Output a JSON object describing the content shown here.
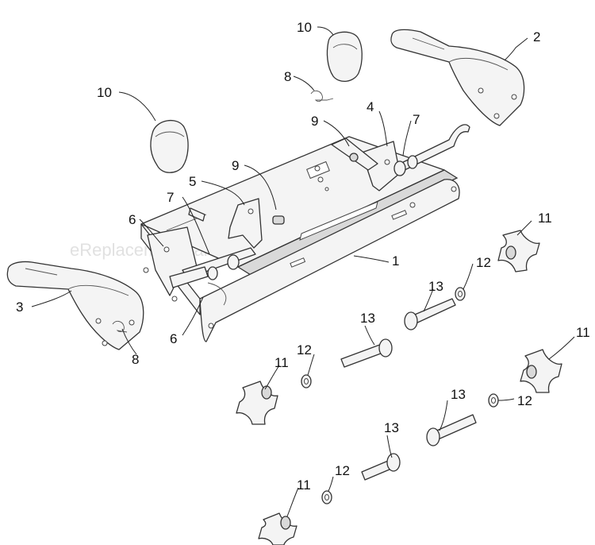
{
  "watermark": "eReplacementParts.com",
  "callouts": [
    {
      "id": "c10a",
      "label": "10"
    },
    {
      "id": "c2",
      "label": "2"
    },
    {
      "id": "c10b",
      "label": "10"
    },
    {
      "id": "c8a",
      "label": "8"
    },
    {
      "id": "c9a",
      "label": "9"
    },
    {
      "id": "c4",
      "label": "4"
    },
    {
      "id": "c7a",
      "label": "7"
    },
    {
      "id": "c9b",
      "label": "9"
    },
    {
      "id": "c5",
      "label": "5"
    },
    {
      "id": "c7b",
      "label": "7"
    },
    {
      "id": "c6a",
      "label": "6"
    },
    {
      "id": "c11a",
      "label": "11"
    },
    {
      "id": "c12a",
      "label": "12"
    },
    {
      "id": "c1",
      "label": "1"
    },
    {
      "id": "c13a",
      "label": "13"
    },
    {
      "id": "c3",
      "label": "3"
    },
    {
      "id": "c6b",
      "label": "6"
    },
    {
      "id": "c8b",
      "label": "8"
    },
    {
      "id": "c13b",
      "label": "13"
    },
    {
      "id": "c11b",
      "label": "11"
    },
    {
      "id": "c12b",
      "label": "12"
    },
    {
      "id": "c11c",
      "label": "11"
    },
    {
      "id": "c13c",
      "label": "13"
    },
    {
      "id": "c12c",
      "label": "12"
    },
    {
      "id": "c13d",
      "label": "13"
    },
    {
      "id": "c12d",
      "label": "12"
    },
    {
      "id": "c11d",
      "label": "11"
    }
  ]
}
